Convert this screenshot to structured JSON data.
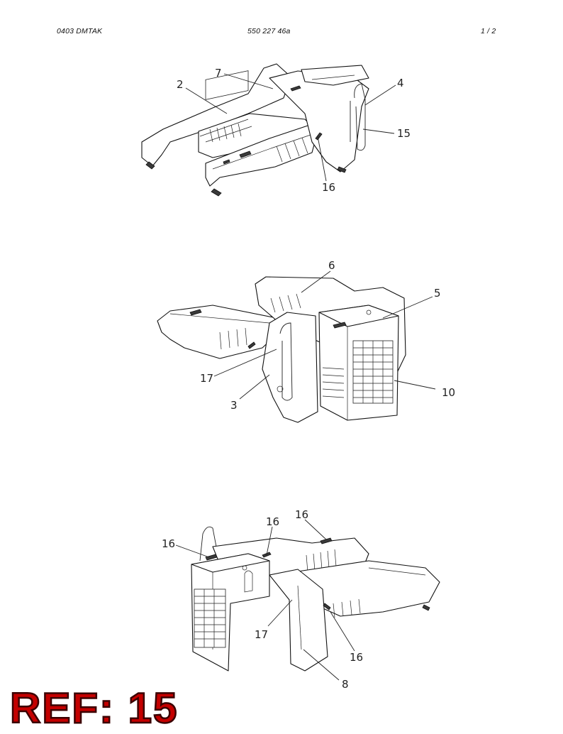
{
  "header": {
    "left": "0403 DMTAK",
    "center": "550 227 46a",
    "page": "1 /   2"
  },
  "callouts": {
    "c2": "2",
    "c7": "7",
    "c4": "4",
    "c15": "15",
    "c16a": "16",
    "c6": "6",
    "c5": "5",
    "c17a": "17",
    "c3": "3",
    "c10": "10",
    "c16b": "16",
    "c16c": "16",
    "c16d": "16",
    "c17b": "17",
    "c16e": "16",
    "c8": "8"
  },
  "reference_stamp": "REF: 15"
}
